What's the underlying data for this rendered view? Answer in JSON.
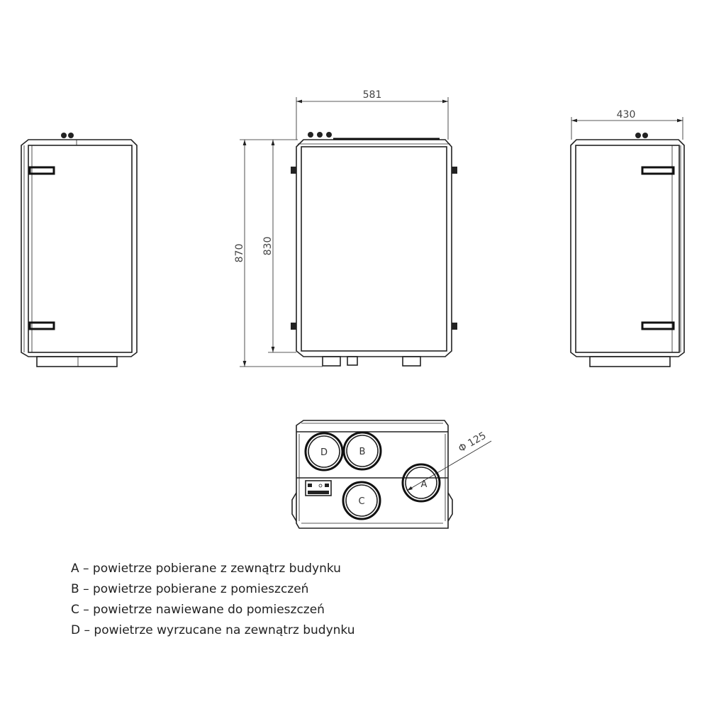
{
  "dimensions": {
    "width": "581",
    "height_total": "870",
    "height_body": "830",
    "depth": "430",
    "diameter": "Φ 125"
  },
  "ports": {
    "a": "A",
    "b": "B",
    "c": "C",
    "d": "D"
  },
  "legend": [
    "A – powietrze pobierane z zewnątrz budynku",
    "B – powietrze pobierane z pomieszczeń",
    "C – powietrze nawiewane do pomieszczeń",
    "D – powietrze wyrzucane na zewnątrz budynku"
  ]
}
